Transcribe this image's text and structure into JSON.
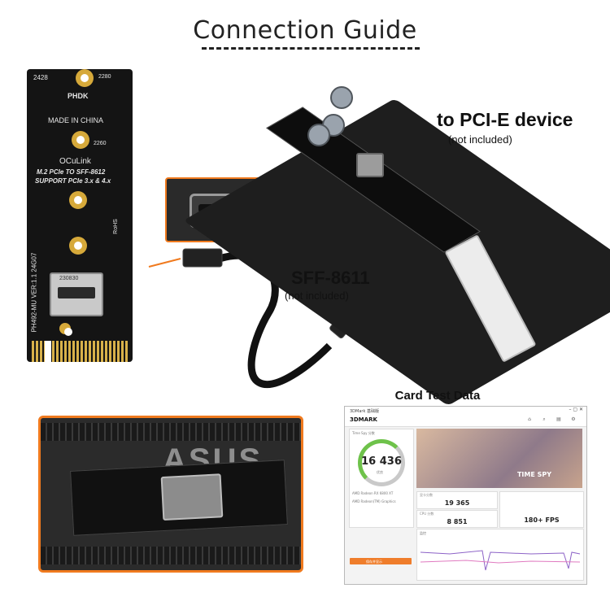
{
  "title": "Connection Guide",
  "m2_board": {
    "top_left": "2428",
    "top_right": "2280",
    "brand": "PHDK",
    "made_in": "MADE IN CHINA",
    "mid_label": "2260",
    "name": "OCuLink",
    "desc1": "M.2 PCIe TO SFF-8612",
    "desc2": "SUPPORT PCIe 3.x & 4.x",
    "side_text": "PH492-MU VER:1.1 24G07",
    "rohs": "RoHS",
    "port_text": "230830"
  },
  "labels": {
    "pcie_device": "to PCI-E device",
    "pcie_not_included": "(not included)",
    "cable_name": "SFF-8611",
    "cable_not_included": "(not included)",
    "card_test": "Card Test Data"
  },
  "mobo": {
    "brand": "ASUS"
  },
  "benchmark": {
    "app_title": "3DMark 基础版",
    "logo": "3DMARK",
    "test_name": "Time Spy 分数",
    "score": "16 436",
    "score_label": "优良",
    "gpu1": "AMD Radeon RX 6800 XT",
    "gpu2": "AMD Radeon(TM) Graphics",
    "graphics_label": "显卡分数",
    "graphics_score": "19 365",
    "cpu_label": "CPU 分数",
    "cpu_score": "8 851",
    "fps": "180+ FPS",
    "hero_name": "TIME SPY",
    "monitor_label": "监控",
    "button": "保存并显示"
  },
  "colors": {
    "accent": "#f07a1e",
    "board": "#141414",
    "gold": "#d6a93a"
  }
}
